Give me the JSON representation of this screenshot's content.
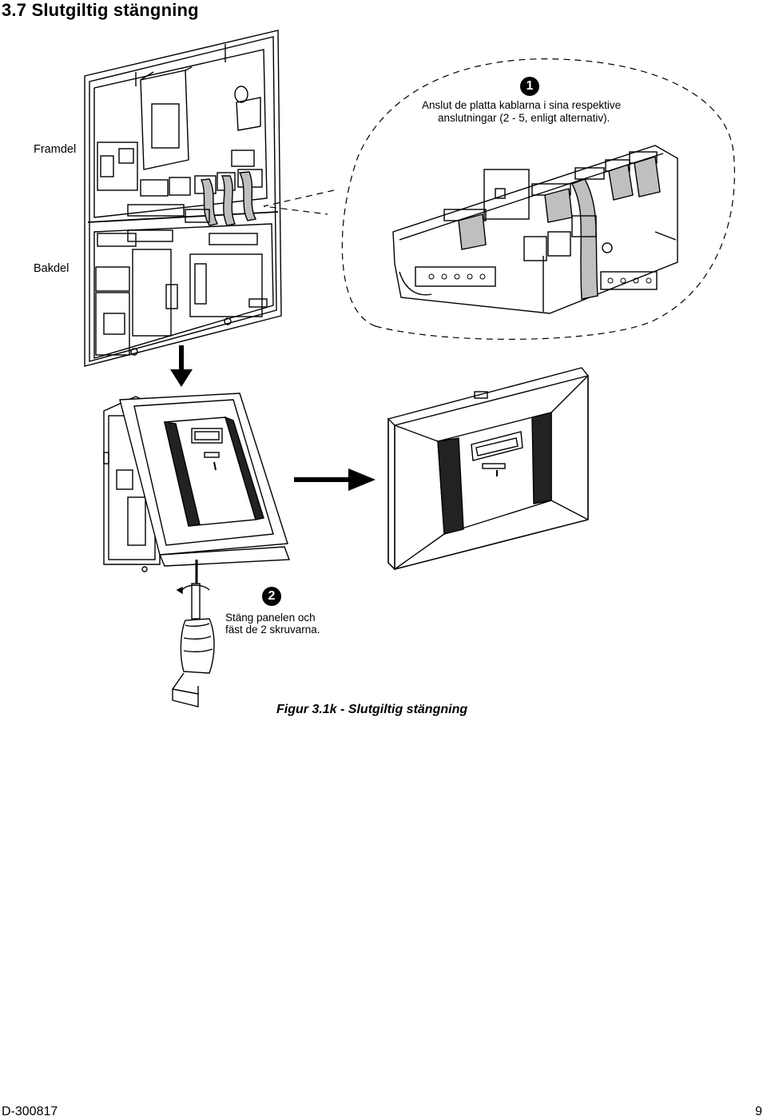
{
  "section_title": "3.7 Slutgiltig stängning",
  "labels": {
    "front": "Framdel",
    "back": "Bakdel"
  },
  "step1": {
    "badge": "1",
    "line1": "Anslut de platta kablarna i sina respektive",
    "line2": "anslutningar (2 - 5, enligt alternativ)."
  },
  "step2": {
    "badge": "2",
    "line1": "Stäng panelen och",
    "line2": "fäst de 2 skruvarna."
  },
  "figure_caption": "Figur 3.1k - Slutgiltig stängning",
  "footer": {
    "doc_id": "D-300817",
    "page_number": "9"
  }
}
